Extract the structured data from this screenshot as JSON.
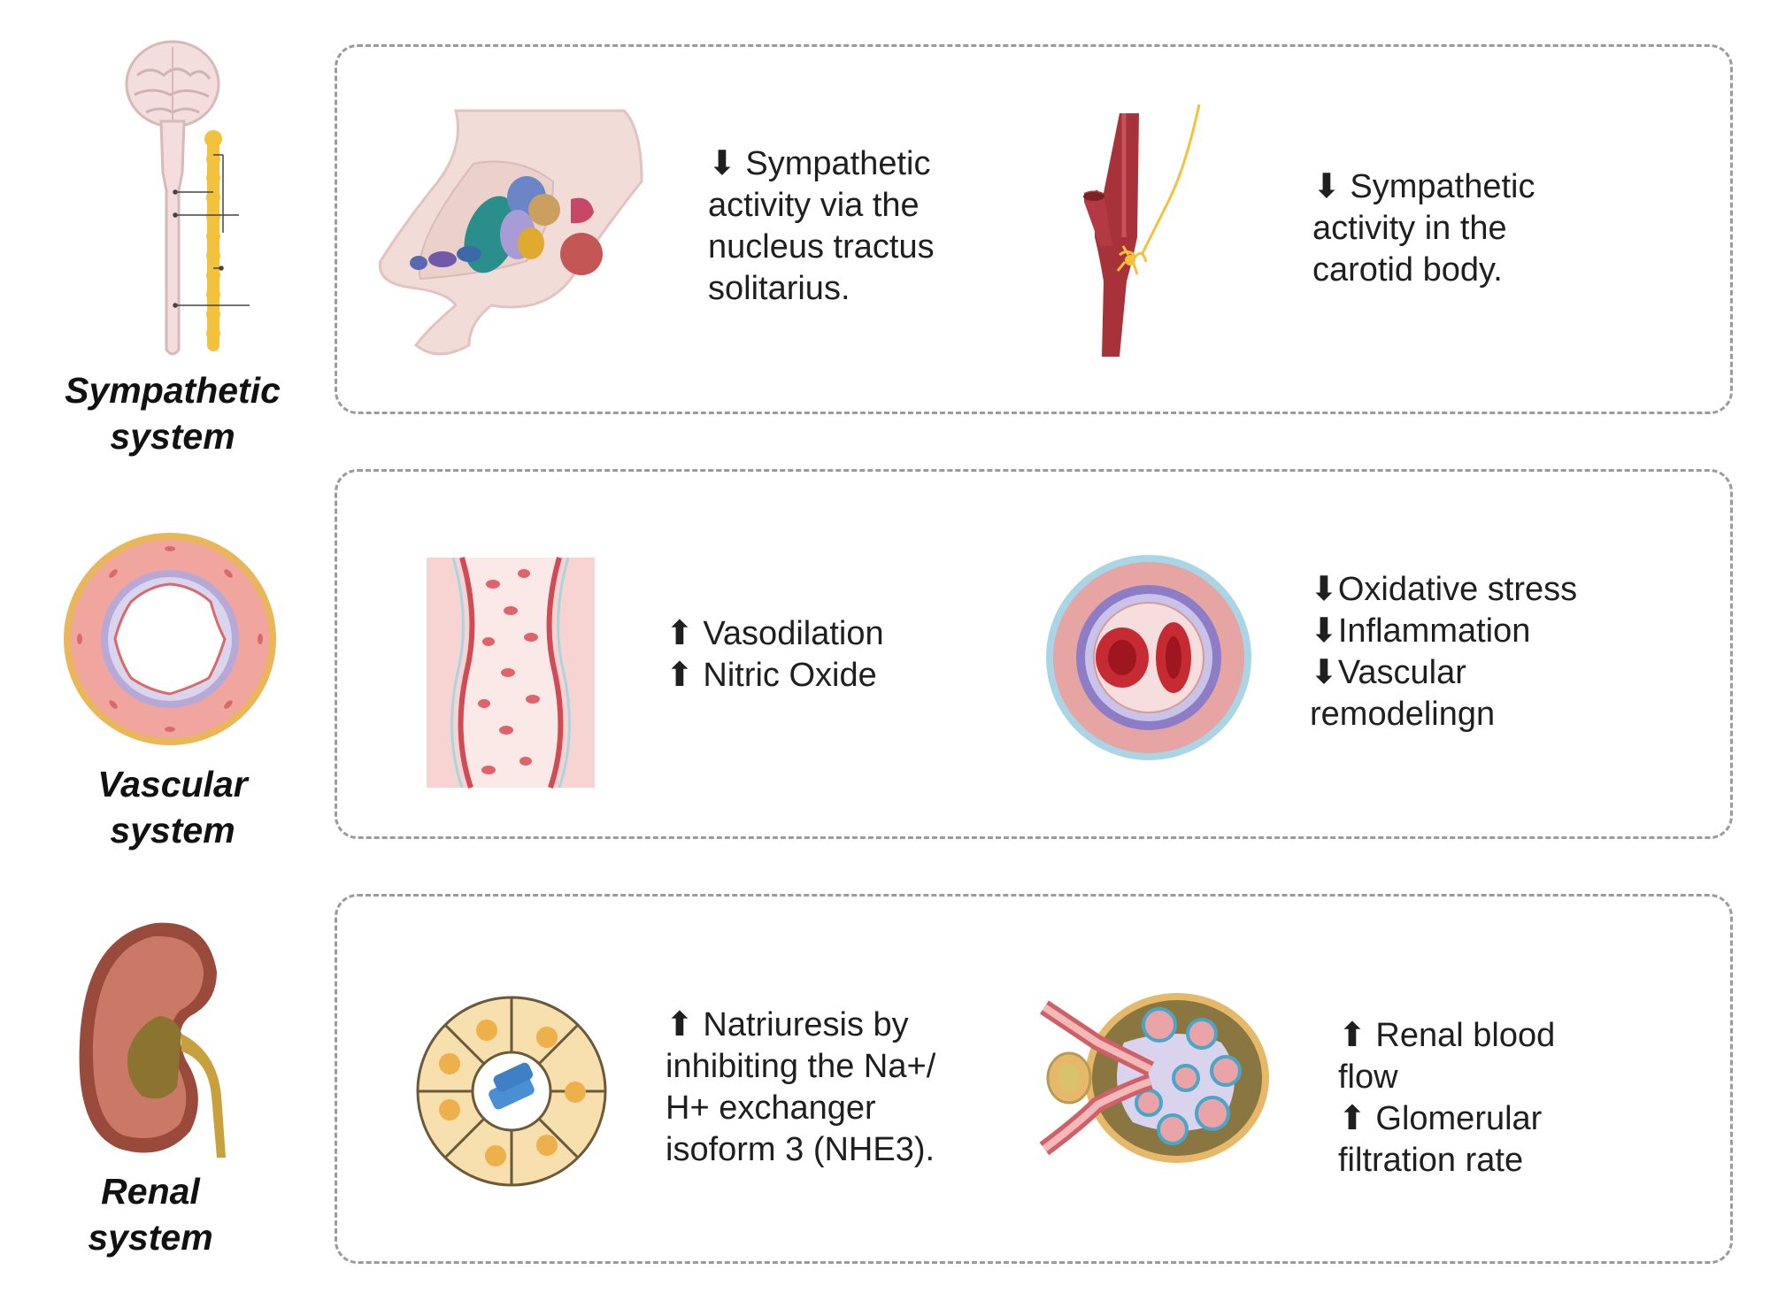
{
  "rows": [
    {
      "label": [
        "Sympathetic",
        "system"
      ],
      "effects": [
        [
          "⬇ Sympathetic",
          " activity via the",
          "nucleus tractus",
          "solitarius."
        ],
        [
          "⬇ Sympathetic",
          "activity in the",
          "carotid body."
        ]
      ]
    },
    {
      "label": [
        "Vascular",
        "system"
      ],
      "effects": [
        [
          "⬆ Vasodilation",
          "⬆ Nitric Oxide"
        ],
        [
          "⬇Oxidative stress",
          "⬇Inflammation",
          "⬇Vascular",
          "remodelingn"
        ]
      ]
    },
    {
      "label": [
        "Renal",
        "system"
      ],
      "effects": [
        [
          "⬆ Natriuresis by",
          "inhibiting the Na+/",
          "H+ exchanger",
          "isoform 3 (NHE3)."
        ],
        [
          "⬆ Renal blood",
          "flow",
          "⬆ Glomerular",
          "filtration rate"
        ]
      ]
    }
  ],
  "icons": [
    "brain-spinal-cord-icon",
    "brainstem-nuclei-icon",
    "carotid-artery-icon",
    "artery-cross-section-icon",
    "blood-vessel-longitudinal-icon",
    "vessel-cross-section-rbc-icon",
    "kidney-icon",
    "tubule-epithelium-icon",
    "glomerulus-icon"
  ],
  "colors": {
    "panel_border": "#9b9b9b",
    "artery_red": "#a8323a",
    "nerve_yellow": "#f3c23c",
    "vessel_pink": "#f1a7a3",
    "kidney_brown": "#9a4a3a",
    "tubule_cell": "#f7dfae",
    "channel_blue": "#4a8fd4"
  }
}
